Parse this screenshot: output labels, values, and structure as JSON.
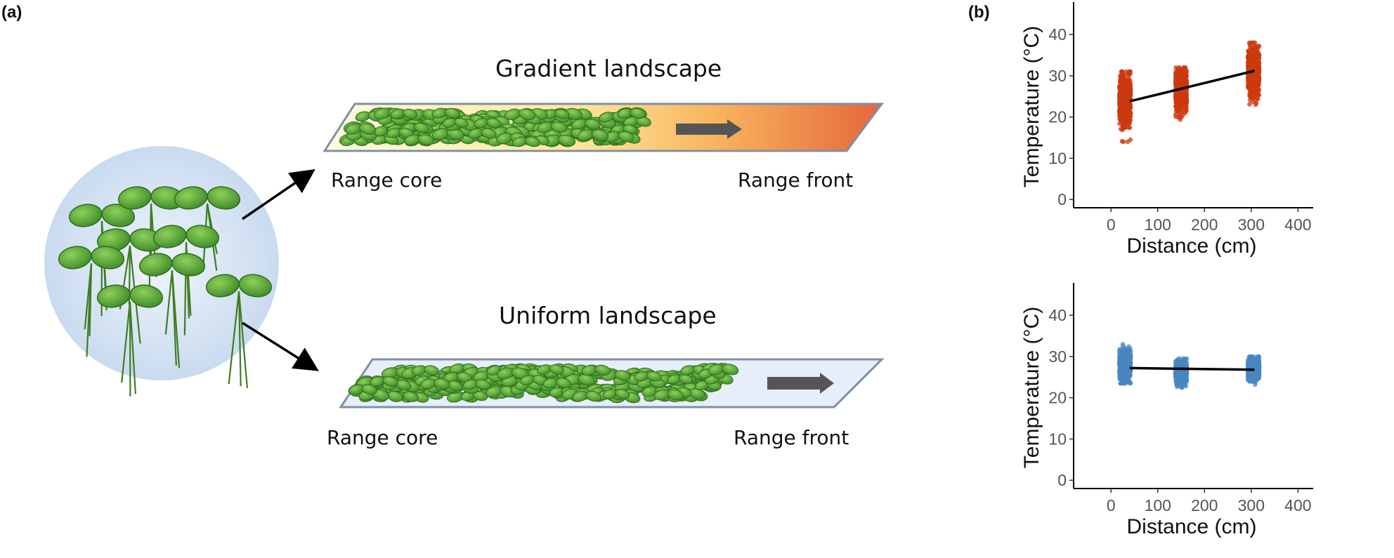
{
  "panel_a": {
    "label": "(a)",
    "gradient": {
      "title": "Gradient landscape",
      "core": "Range core",
      "front": "Range front"
    },
    "uniform": {
      "title": "Uniform landscape",
      "core": "Range core",
      "front": "Range front"
    }
  },
  "panel_b": {
    "label": "(b)"
  },
  "chart_data": [
    {
      "type": "scatter",
      "xlabel": "Distance (cm)",
      "ylabel": "Temperature (°C)",
      "xlim": [
        -80,
        410
      ],
      "ylim": [
        -2,
        47
      ],
      "xticks": [
        0,
        100,
        200,
        300,
        400
      ],
      "yticks": [
        0,
        10,
        20,
        30,
        40
      ],
      "color": "#cc3a10",
      "grid": false,
      "groups": [
        {
          "x_center": 30,
          "x_spread": 12,
          "y_mean": 24,
          "y_min": 14,
          "y_max": 31
        },
        {
          "x_center": 150,
          "x_spread": 12,
          "y_mean": 26.5,
          "y_min": 18.5,
          "y_max": 32
        },
        {
          "x_center": 305,
          "x_spread": 12,
          "y_mean": 31,
          "y_min": 23,
          "y_max": 38
        }
      ],
      "trend_line": {
        "x": [
          40,
          307
        ],
        "y": [
          23.8,
          31.2
        ]
      }
    },
    {
      "type": "scatter",
      "xlabel": "Distance (cm)",
      "ylabel": "Temperature (°C)",
      "xlim": [
        -80,
        410
      ],
      "ylim": [
        -2,
        47
      ],
      "xticks": [
        0,
        100,
        200,
        300,
        400
      ],
      "yticks": [
        0,
        10,
        20,
        30,
        40
      ],
      "color": "#4a86bf",
      "grid": false,
      "groups": [
        {
          "x_center": 30,
          "x_spread": 12,
          "y_mean": 27.5,
          "y_min": 23.5,
          "y_max": 34
        },
        {
          "x_center": 150,
          "x_spread": 12,
          "y_mean": 26,
          "y_min": 22.5,
          "y_max": 29.5
        },
        {
          "x_center": 305,
          "x_spread": 12,
          "y_mean": 27,
          "y_min": 23,
          "y_max": 30
        }
      ],
      "trend_line": {
        "x": [
          40,
          307
        ],
        "y": [
          27.2,
          26.8
        ]
      }
    }
  ]
}
